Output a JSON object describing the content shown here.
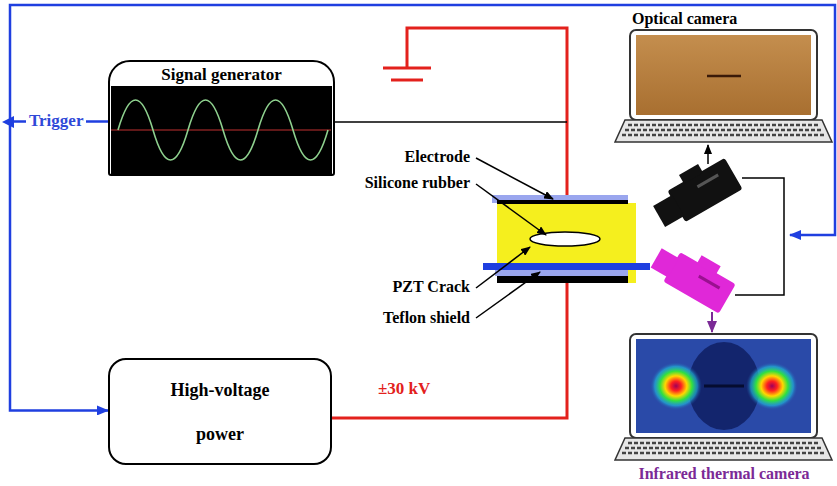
{
  "diagram": {
    "nodes": [
      {
        "text": [
          "Signal generator"
        ]
      },
      {
        "text": [
          "Optical camera"
        ]
      },
      {
        "text": [
          "High-voltage power"
        ]
      },
      {
        "text": [
          "Infrared thermal camera"
        ]
      }
    ],
    "edges": [
      {
        "from": 0,
        "to": 2,
        "arrow": "to",
        "label": "Trigger"
      }
    ],
    "labels": [
      "Electrode",
      "Silicone rubber",
      "PZT Crack",
      "Teflon shield",
      "±30 kV"
    ]
  }
}
